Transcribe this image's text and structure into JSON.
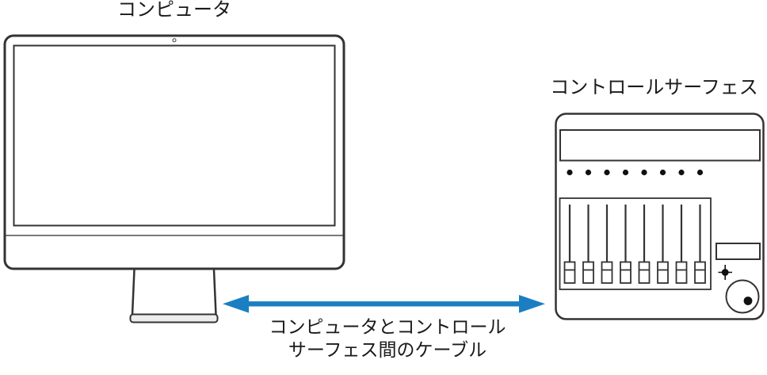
{
  "diagram": {
    "computer": {
      "label": "コンピュータ"
    },
    "control_surface": {
      "label": "コントロールサーフェス"
    },
    "cable": {
      "label_line1": "コンピュータとコントロール",
      "label_line2": "サーフェス間のケーブル"
    }
  },
  "colors": {
    "arrow": "#1a7fc1",
    "outline": "#333333",
    "text": "#1a1a1a",
    "background": "#ffffff"
  }
}
